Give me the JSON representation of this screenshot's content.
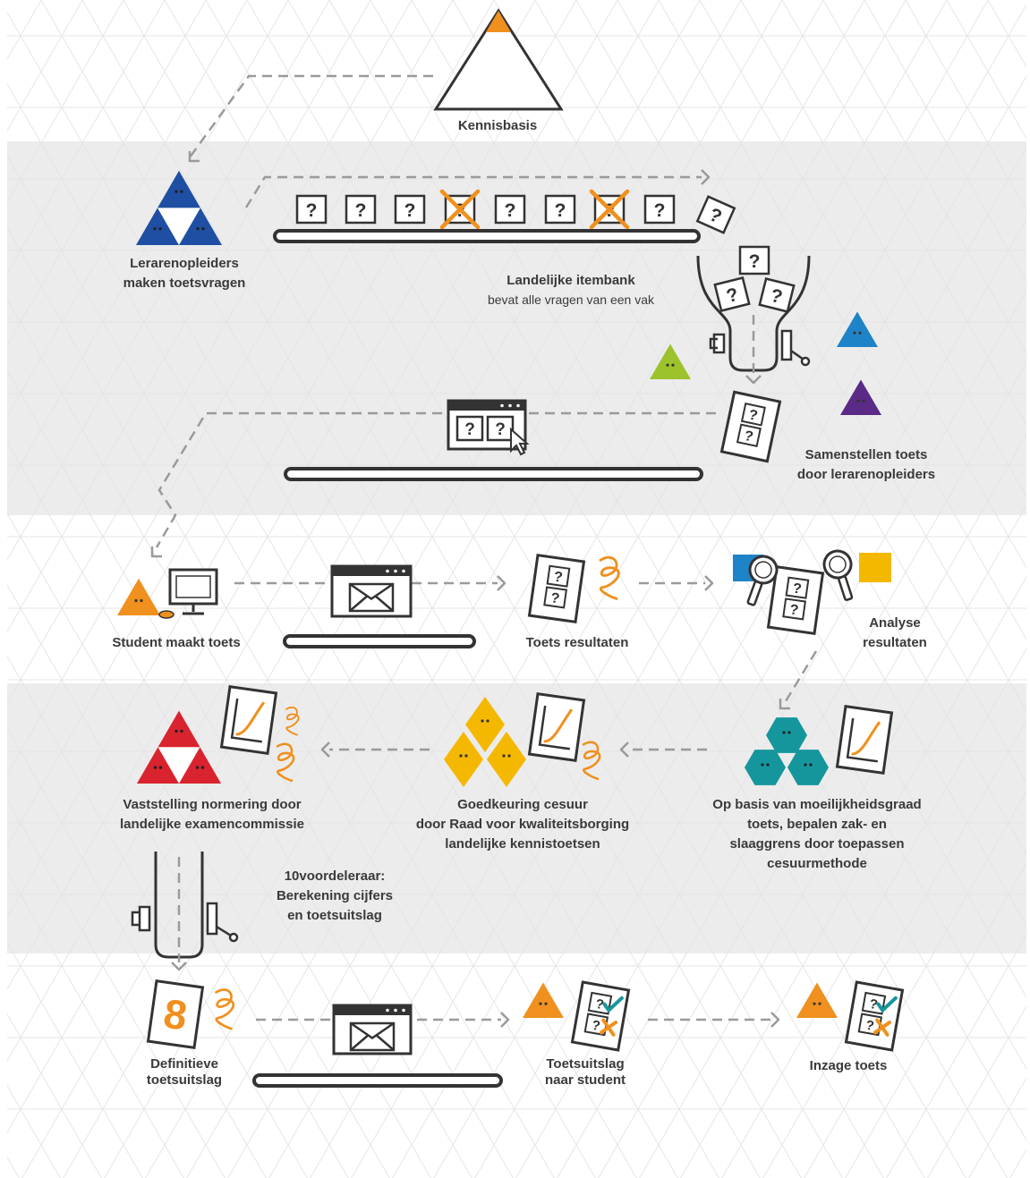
{
  "colors": {
    "band": "#ececec",
    "line": "#9a9a9a",
    "stroke": "#333333",
    "text": "#3a3a3a",
    "orange": "#f0901e",
    "blue": "#1f4fa3",
    "lightblue": "#1f83c8",
    "purple": "#5a2a86",
    "green": "#9cc22c",
    "red": "#d9232e",
    "yellow": "#f5b800",
    "teal": "#15969c"
  },
  "labels": {
    "kennisbasis": "Kennisbasis",
    "lerarenopleiders": [
      "Lerarenopleiders",
      "maken toetsvragen"
    ],
    "itembank_title": "Landelijke itembank",
    "itembank_sub": "bevat alle vragen van een vak",
    "samenstellen": [
      "Samenstellen toets",
      "door lerarenopleiders"
    ],
    "student": "Student maakt toets",
    "toets_resultaten": "Toets resultaten",
    "analyse": [
      "Analyse",
      "resultaten"
    ],
    "vaststelling": [
      "Vaststelling normering door",
      "landelijke examencommissie"
    ],
    "goedkeuring": [
      "Goedkeuring cesuur",
      "door Raad voor kwaliteitsborging",
      "landelijke kennistoetsen"
    ],
    "op_basis": [
      "Op basis van moeilijkheidsgraad",
      "toets, bepalen zak- en",
      "slaaggrens door toepassen",
      "cesuurmethode"
    ],
    "berekening": [
      "10voordeleraar:",
      "Berekening cijfers",
      "en toetsuitslag"
    ],
    "definitieve": [
      "Definitieve",
      "toetsuitslag"
    ],
    "toetsuitslag_student": [
      "Toetsuitslag",
      "naar student"
    ],
    "inzage": "Inzage toets"
  },
  "symbols": {
    "question": "?",
    "grade": "8"
  },
  "icons": [
    "kennisbasis-triangle-icon",
    "teachers-triforce-icon",
    "question-card-icon",
    "rejected-question-icon",
    "itembank-funnel-icon",
    "browser-window-icon",
    "test-sheet-icon",
    "student-triangle-icon",
    "computer-icon",
    "envelope-window-icon",
    "signature-icon",
    "magnifier-icon",
    "graph-sheet-icon",
    "grade-sheet-icon",
    "check-icon",
    "cross-icon"
  ]
}
